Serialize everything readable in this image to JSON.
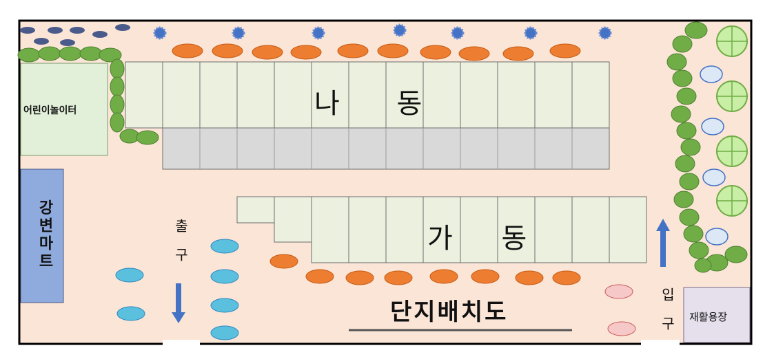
{
  "title": "단지배치도",
  "buildings": {
    "na": {
      "name": "나 동"
    },
    "ga": {
      "name": "가 동"
    }
  },
  "facilities": {
    "playground": "어린이놀이터",
    "mart": "강변마트",
    "recycling": "재활용장"
  },
  "gates": {
    "exit": "출구",
    "entrance": "입구"
  },
  "colors": {
    "ground": "#fbe5d6",
    "building": "#ebf1de",
    "parking": "#d9d9d9",
    "mart": "#8faadc",
    "recycling": "#e6e0ec",
    "playground": "#e2f0d9",
    "hedge": "#70ad47",
    "shrub_orange": "#ed7d31",
    "shrub_blue": "#5bc0de",
    "arrow": "#4472c4"
  }
}
